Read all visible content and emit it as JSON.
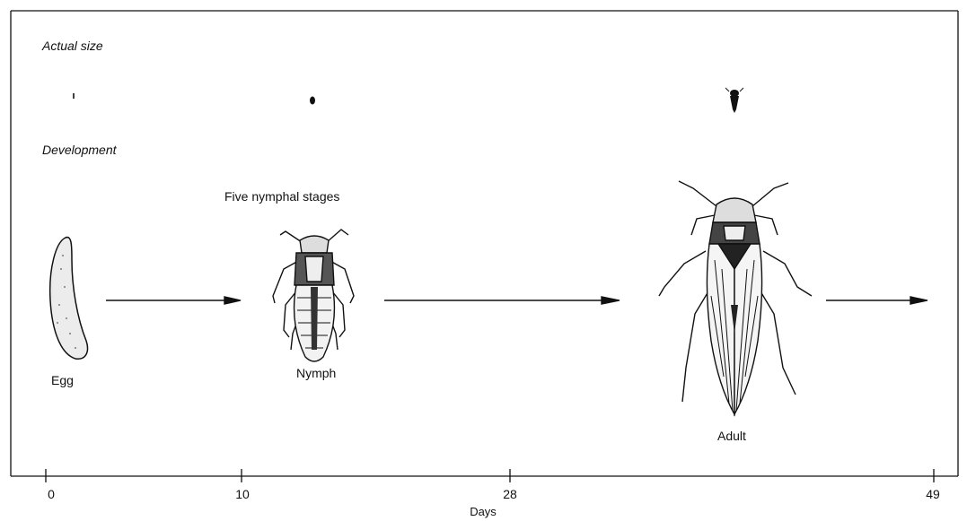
{
  "labels": {
    "actual_size": "Actual size",
    "development": "Development",
    "nymphal_stages": "Five nymphal stages",
    "egg": "Egg",
    "nymph": "Nymph",
    "adult": "Adult"
  },
  "axis": {
    "title": "Days",
    "ticks": [
      "0",
      "10",
      "28",
      "49"
    ]
  }
}
